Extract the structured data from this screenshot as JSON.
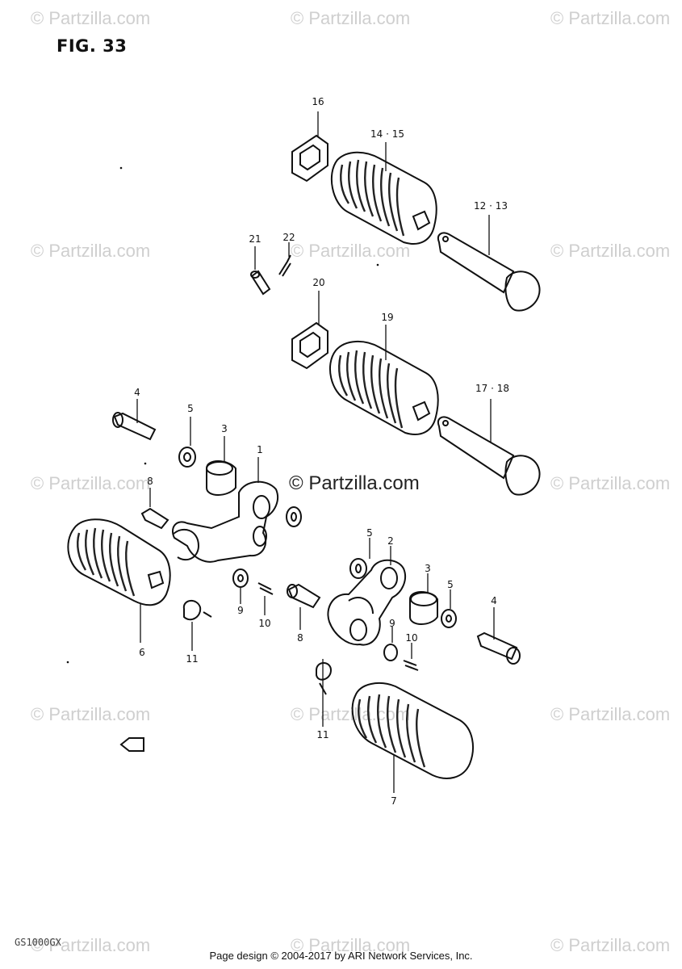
{
  "figure_label": "FIG. 33",
  "center_watermark": "© Partzilla.com",
  "watermark_text": "© Partzilla.com",
  "model_code": "GS1000GX",
  "footer": "Page design © 2004-2017 by ARI Network Services, Inc.",
  "callouts": {
    "c16": "16",
    "c14_15": "14 · 15",
    "c12_13": "12 · 13",
    "c21": "21",
    "c22": "22",
    "c20": "20",
    "c19": "19",
    "c17_18": "17 · 18",
    "c4a": "4",
    "c5a": "5",
    "c3a": "3",
    "c1": "1",
    "c8a": "8",
    "c6": "6",
    "c11a": "11",
    "c9a": "9",
    "c10a": "10",
    "c8b": "8",
    "c5b": "5",
    "c2": "2",
    "c3b": "3",
    "c5c": "5",
    "c4b": "4",
    "c9b": "9",
    "c10b": "10",
    "c11b": "11",
    "c7": "7"
  }
}
